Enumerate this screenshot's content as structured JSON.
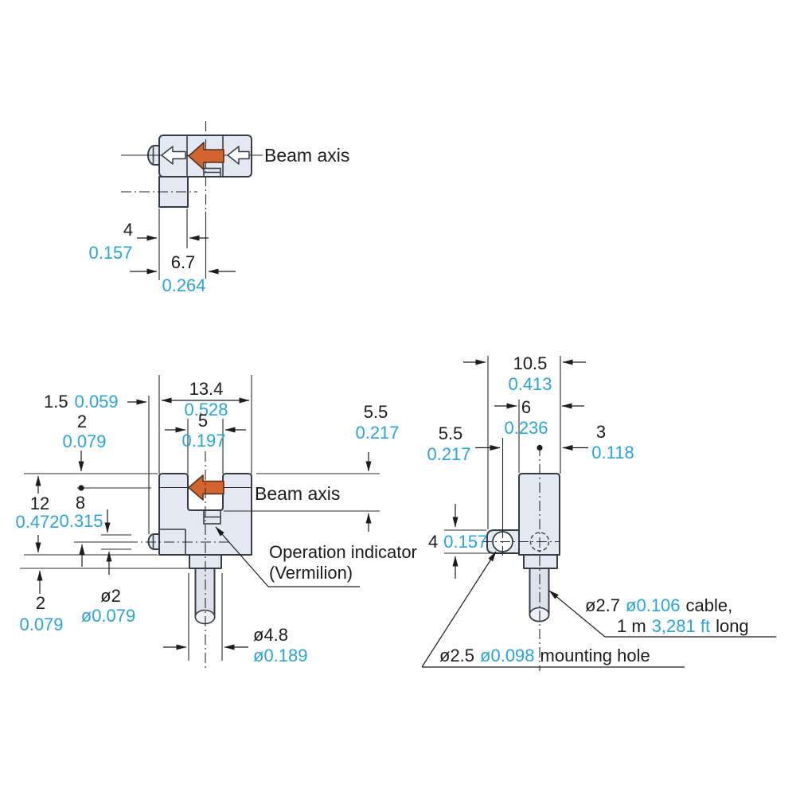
{
  "colors": {
    "metric_text": "#1c1c1c",
    "imperial_text": "#2ba4d9",
    "body_fill": "#e4e8f2",
    "outline": "#383d45",
    "beam_arrow_orange": "#d2652f"
  },
  "views": {
    "top": {
      "beam_axis": "Beam axis",
      "dims": {
        "d4": {
          "mm": "4",
          "in": "0.157"
        },
        "d6_7": {
          "mm": "6.7",
          "in": "0.264"
        }
      }
    },
    "front": {
      "beam_axis": "Beam axis",
      "op_ind1": "Operation indicator",
      "op_ind2": "(Vermilion)",
      "dims": {
        "d1_5": {
          "mm": "1.5",
          "in": "0.059"
        },
        "d2_top": {
          "mm": "2",
          "in": "0.079"
        },
        "d13_4": {
          "mm": "13.4",
          "in": "0.528"
        },
        "d5": {
          "mm": "5",
          "in": "0.197"
        },
        "d5_5": {
          "mm": "5.5",
          "in": "0.217"
        },
        "d12": {
          "mm": "12",
          "in": "0.472"
        },
        "d8": {
          "mm": "8",
          "in": "0.315"
        },
        "d2_bot": {
          "mm": "2",
          "in": "0.079"
        },
        "dia2": {
          "mm": "ø2",
          "in": "ø0.079"
        },
        "dia4_8": {
          "mm": "ø4.8",
          "in": "ø0.189"
        }
      }
    },
    "side": {
      "dims": {
        "d10_5": {
          "mm": "10.5",
          "in": "0.413"
        },
        "d6": {
          "mm": "6",
          "in": "0.236"
        },
        "d5_5": {
          "mm": "5.5",
          "in": "0.217"
        },
        "d3": {
          "mm": "3",
          "in": "0.118"
        },
        "d4": {
          "mm": "4",
          "in": "0.157"
        }
      },
      "cable_note": {
        "mm": "ø2.7",
        "in": "ø0.106",
        "suffix": "cable,",
        "len_mm": "1 m",
        "len_in": "3,281 ft",
        "len_suffix": "long"
      },
      "mounting_note": {
        "mm": "ø2.5",
        "in": "ø0.098",
        "suffix": "mounting hole"
      }
    }
  }
}
